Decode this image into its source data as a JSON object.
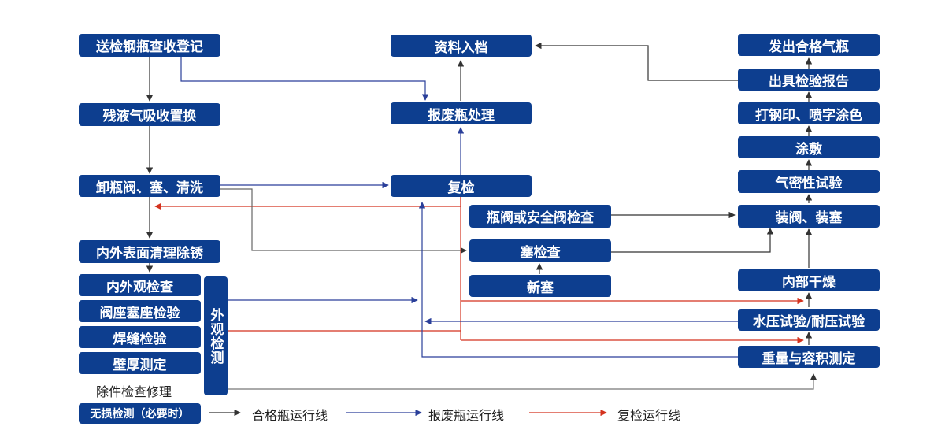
{
  "nodes": {
    "register": "送检钢瓶查收登记",
    "residual": "残液气吸收置换",
    "unload": "卸瓶阀、塞、清洗",
    "clean_surface": "内外表面清理除锈",
    "visual_check": "内外观检查",
    "seat_check": "阀座塞座检验",
    "weld_check": "焊缝检验",
    "thickness": "壁厚测定",
    "visual_group": "外观检测",
    "repair": "除件检查修理",
    "ndt": "无损检测（必要时）",
    "archive": "资料入档",
    "scrap": "报废瓶处理",
    "recheck": "复检",
    "valve_check": "瓶阀或安全阀检查",
    "plug_check": "塞检查",
    "new_plug": "新塞",
    "ship": "发出合格气瓶",
    "report": "出具检验报告",
    "stamp": "打钢印、喷字涂色",
    "paint": "涂敷",
    "leak_test": "气密性试验",
    "assemble": "装阀、装塞",
    "dry": "内部干燥",
    "pressure_test": "水压试验/耐压试验",
    "weight_test": "重量与容积测定"
  },
  "legend": {
    "pass": "合格瓶运行线",
    "scrap": "报废瓶运行线",
    "recheck": "复检运行线"
  },
  "colors": {
    "box": "#0d3e8f",
    "pass_line": "#333333",
    "scrap_line": "#2a3f9a",
    "recheck_line": "#d4321e"
  }
}
